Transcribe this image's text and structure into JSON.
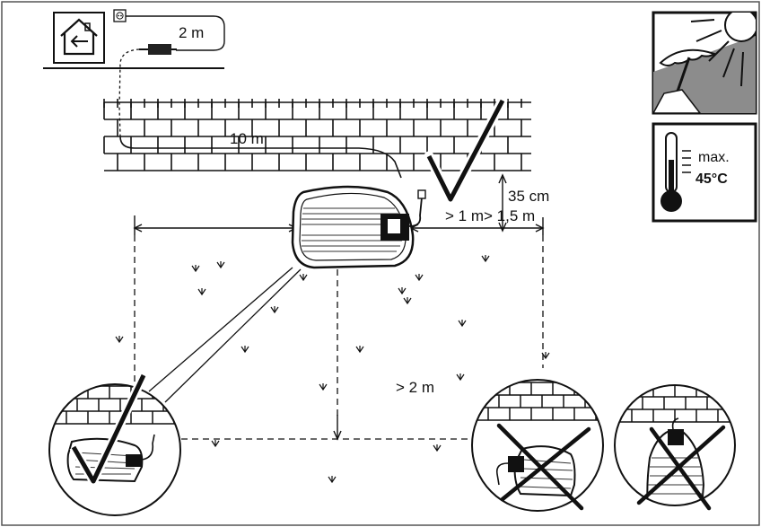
{
  "labels": {
    "cable_short": "2 m",
    "cable_long": "10 m",
    "wall_clearance": "35 cm",
    "side_clearance": "> 1 m> 1,5 m",
    "front_clearance": "> 2 m",
    "temp_max_word": "max.",
    "temp_value": "45°C"
  },
  "icons": {
    "house": "house-with-arrow-icon",
    "socket": "power-socket-icon",
    "sun": "sun-with-umbrella-icon",
    "thermometer": "thermometer-icon",
    "check": "checkmark-icon",
    "cross": "cross-icon"
  },
  "colors": {
    "line": "#111111",
    "gray_fill": "#8c8c8c",
    "frame": "#333333"
  }
}
